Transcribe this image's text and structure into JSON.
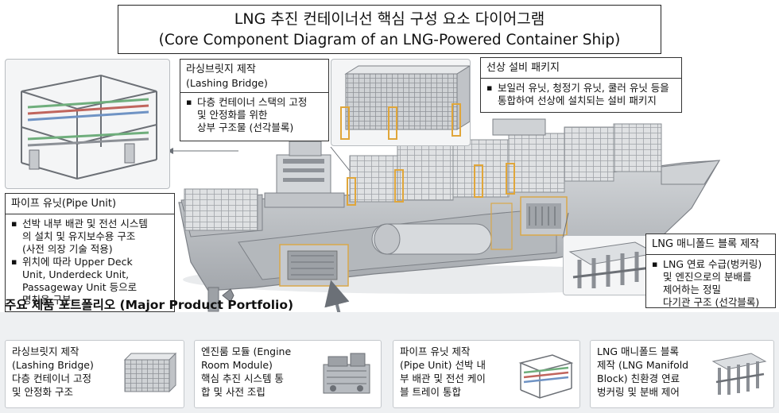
{
  "title": {
    "korean": "LNG 추진 컨테이너선 핵심 구성 요소 다이어그램",
    "english": "(Core Component Diagram of an LNG-Powered Container Ship)"
  },
  "callouts": {
    "lashing": {
      "head_kr": "라싱브릿지 제작",
      "head_en": "(Lashing Bridge)",
      "bullet_lines": [
        "다층 컨테이너 스택의 고정",
        "및 안정화를 위한",
        "상부 구조물 (선각블록)"
      ]
    },
    "package": {
      "head": "선상 설비 패키지",
      "bullet_lines": [
        "보일러 유닛, 청정기 유닛, 쿨러 유닛 등을",
        "통합하여 선상에 설치되는 설비 패키지"
      ]
    },
    "pipe": {
      "head": "파이프 유닛(Pipe Unit)",
      "bullet1_lines": [
        "선박 내부 배관 및 전선 시스템",
        "의 설치 및 유지보수용 구조",
        "(사전 의장 기술 적용)"
      ],
      "bullet2_lines": [
        "위치에 따라 Upper Deck",
        "Unit, Underdeck Unit,",
        "Passageway Unit 등으로",
        "명칭을 구분"
      ]
    },
    "manifold": {
      "head": "LNG 매니폴드 블록 제작",
      "bullet_lines": [
        "LNG 연료 수급(벙커링)",
        "및 엔진으로의 분배를",
        "제어하는 정밀",
        "다기관 구조 (선각블록)"
      ]
    }
  },
  "portfolio": {
    "title": "주요 제품 포트폴리오 (Major Product Portfolio)",
    "cards": [
      {
        "lines": [
          "라싱브릿지 제작",
          "(Lashing Bridge)",
          "다층 컨테이너 고정",
          "및 안정화 구조"
        ],
        "icon": "container-stack-icon"
      },
      {
        "lines": [
          "엔진룸 모듈 (Engine",
          "Room Module)",
          "핵심 추진 시스템 통",
          "합 및 사전 조립"
        ],
        "icon": "engine-module-icon"
      },
      {
        "lines": [
          "파이프 유닛 제작",
          "(Pipe Unit) 선박 내",
          "부 배관 및 전선 케이",
          "블 트레이 통합"
        ],
        "icon": "pipe-unit-icon"
      },
      {
        "lines": [
          "LNG 매니폴드 블록",
          "제작 (LNG Manifold",
          "Block) 친환경 연료",
          "벙커링 및 분배 제어"
        ],
        "icon": "manifold-block-icon"
      }
    ]
  },
  "colors": {
    "hull": "#c9ccd0",
    "hull_dark": "#a7abb0",
    "container": "#dfe1e3",
    "lashing_highlight": "#e0a63a",
    "pipe_green": "#6fae7c",
    "pipe_red": "#c0655d",
    "pipe_blue": "#6f93c4",
    "panel": "#eef0f2"
  }
}
